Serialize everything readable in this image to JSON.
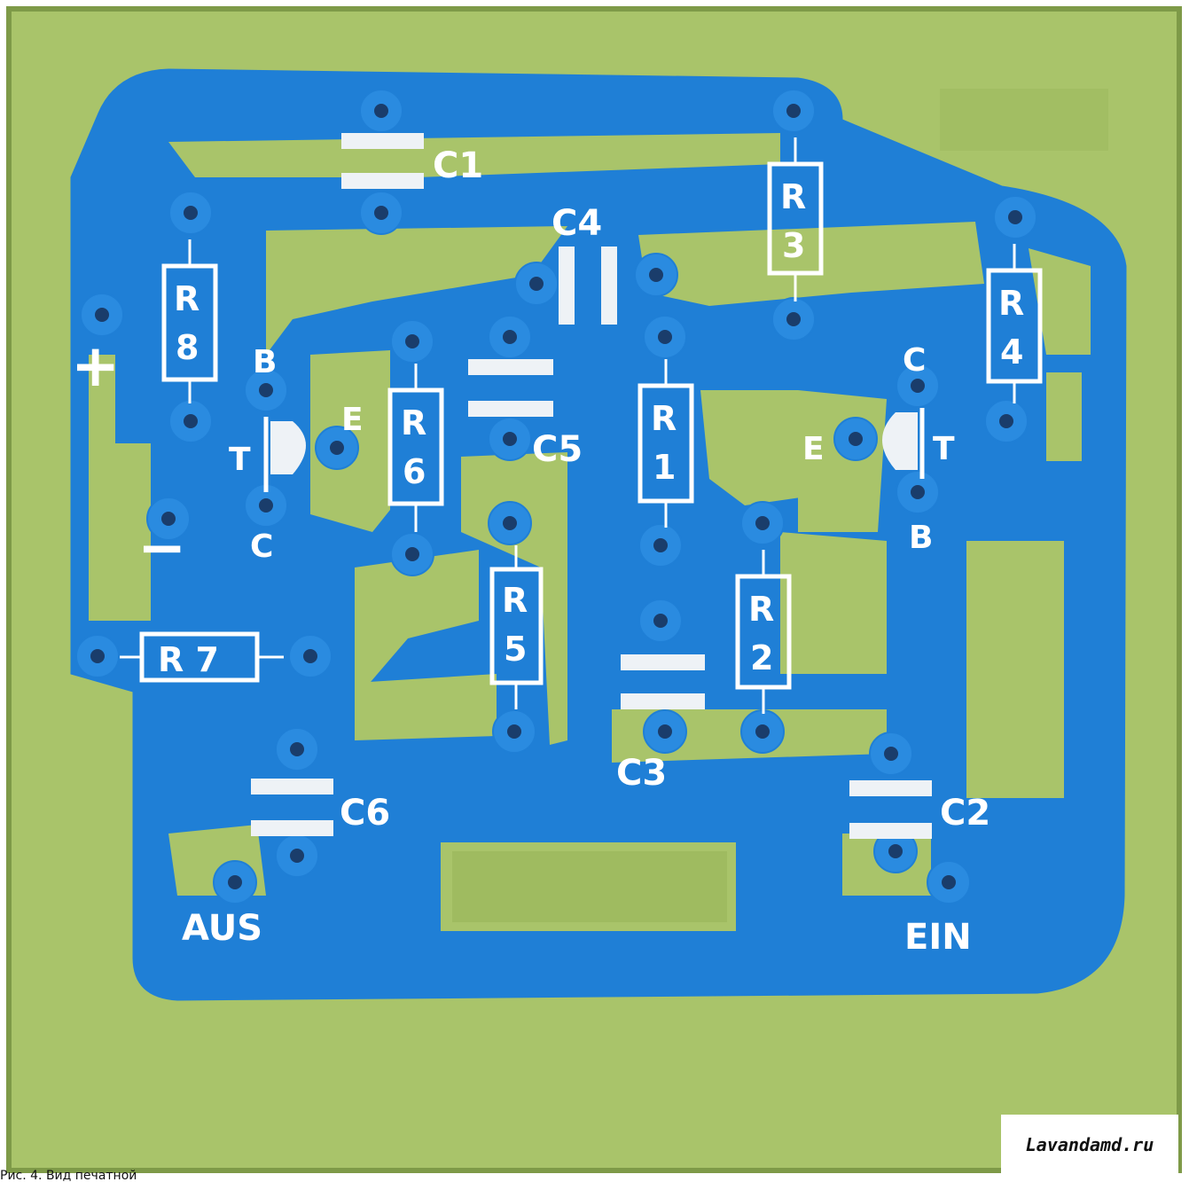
{
  "colors": {
    "board": "#a9c46a",
    "board_dark": "#8fae52",
    "copper": "#1f7fd6",
    "silk": "#ffffff",
    "hole": "#1a3d6b"
  },
  "labels": {
    "c1": "C1",
    "c2": "C2",
    "c3": "C3",
    "c4": "C4",
    "c5": "C5",
    "c6": "C6",
    "r1_a": "R",
    "r1_b": "1",
    "r2_a": "R",
    "r2_b": "2",
    "r3_a": "R",
    "r3_b": "3",
    "r4_a": "R",
    "r4_b": "4",
    "r5_a": "R",
    "r5_b": "5",
    "r6_a": "R",
    "r6_b": "6",
    "r7": "R 7",
    "r8_a": "R",
    "r8_b": "8",
    "left_t": "T",
    "left_b": "B",
    "left_e": "E",
    "left_c": "C",
    "right_t": "T",
    "right_b": "B",
    "right_e": "E",
    "right_c": "C",
    "plus": "+",
    "minus": "−",
    "aus": "AUS",
    "ein": "EIN"
  },
  "watermark": "Lavandamd.ru",
  "caption": "Рис. 4. Вид печатной"
}
